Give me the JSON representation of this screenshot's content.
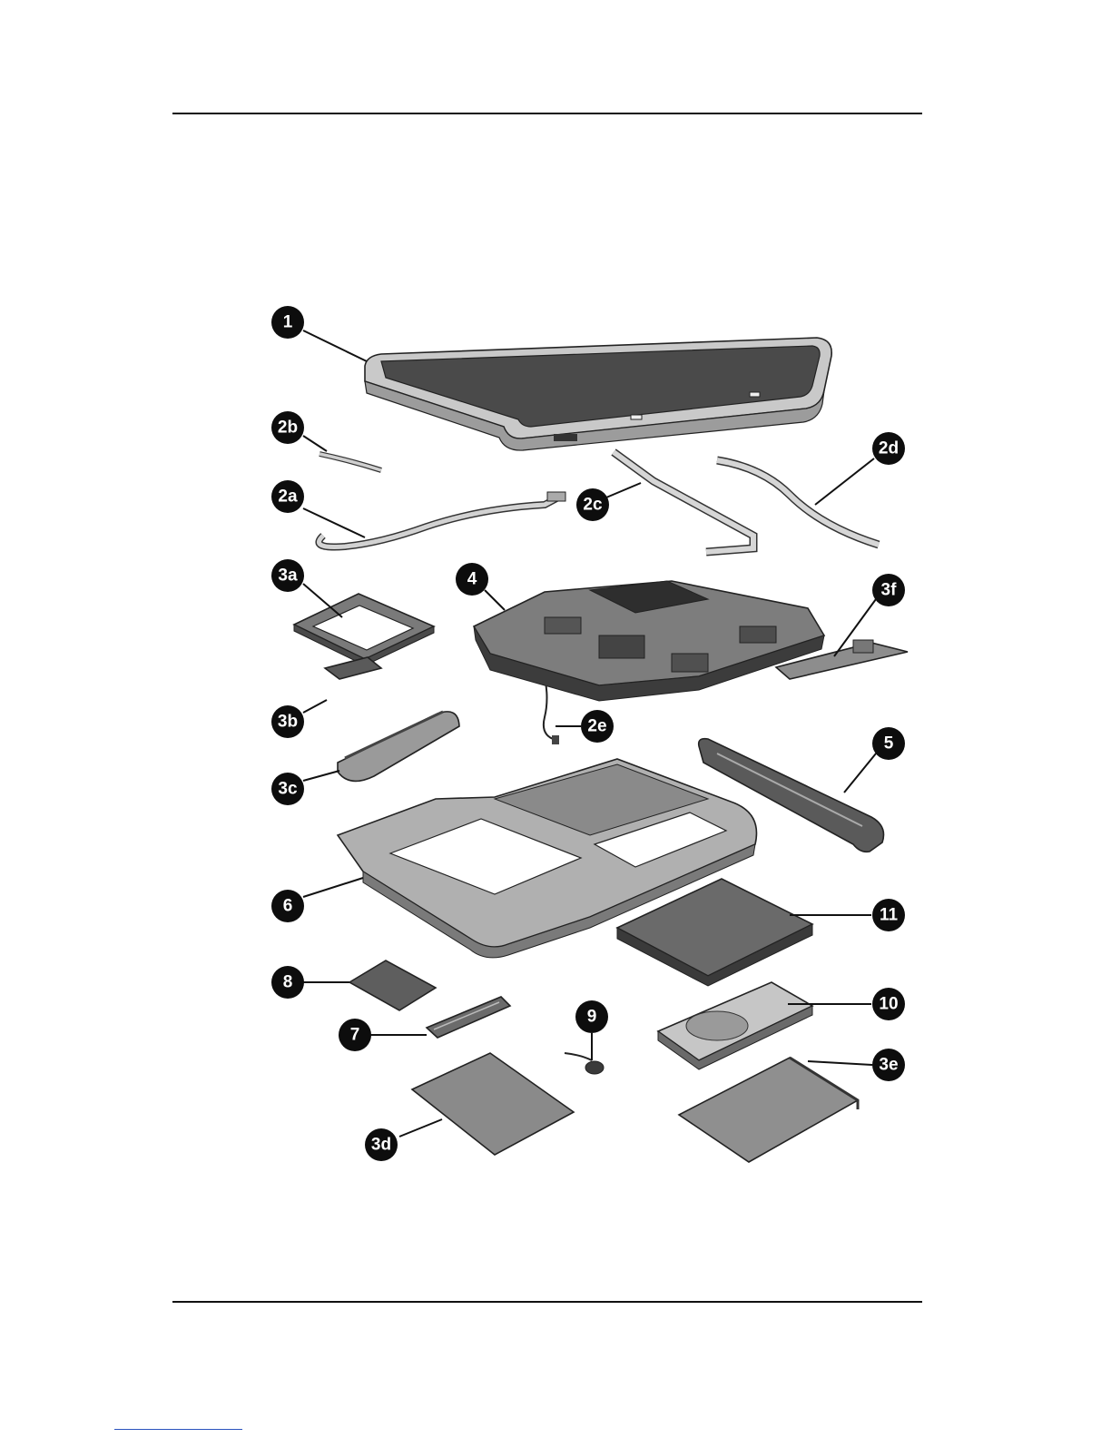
{
  "colors": {
    "rule": "#111111",
    "callout_fill": "#0d0d0d",
    "callout_text": "#ffffff",
    "part_dark": "#3a3a3a",
    "part_mid": "#8a8a8a",
    "part_light": "#c8c8c8",
    "link_underline": "#2a52be"
  },
  "callouts": {
    "c1": "1",
    "c2a": "2a",
    "c2b": "2b",
    "c2c": "2c",
    "c2d": "2d",
    "c2e": "2e",
    "c3a": "3a",
    "c3b": "3b",
    "c3c": "3c",
    "c3d": "3d",
    "c3e": "3e",
    "c3f": "3f",
    "c4": "4",
    "c5": "5",
    "c6": "6",
    "c7": "7",
    "c8": "8",
    "c9": "9",
    "c10": "10",
    "c11": "11"
  }
}
